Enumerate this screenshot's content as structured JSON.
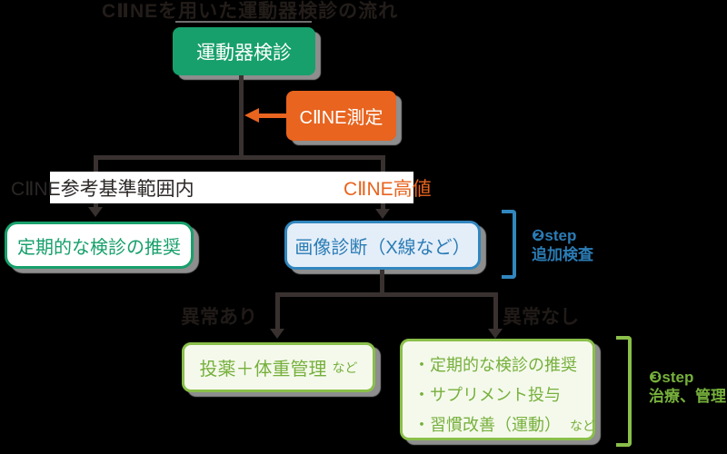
{
  "title": {
    "text": "CⅡNEを用いた運動器検診の流れ"
  },
  "flow": {
    "screening": "運動器検診",
    "measurement": "CⅡNE測定",
    "branch_left": "CⅡNE参考基準範囲内",
    "branch_right": "CⅡNE高値",
    "regular_checkup": "定期的な検診の推奨",
    "imaging": "画像診断（X線など）",
    "outcome_left": "異常あり",
    "outcome_right": "異常なし",
    "treatment": "投薬＋体重管理",
    "treatment_suffix": "など",
    "management_items": [
      "・定期的な検診の推奨",
      "・サプリメント投与",
      "・習慣改善（運動）"
    ],
    "management_suffix": "など"
  },
  "steps": {
    "step2": {
      "line1": "❷step",
      "line2": "追加検査"
    },
    "step3": {
      "line1": "❸step",
      "line2": "治療、管理"
    }
  },
  "colors": {
    "green": "#17a06b",
    "orange": "#e8641f",
    "blue": "#3186be",
    "blue_text": "#2b7cb5",
    "lime": "#8abf4a",
    "lime_text": "#76b03c",
    "line": "#383130",
    "shadow": "#8e8e8e",
    "band": "#ffffff"
  }
}
